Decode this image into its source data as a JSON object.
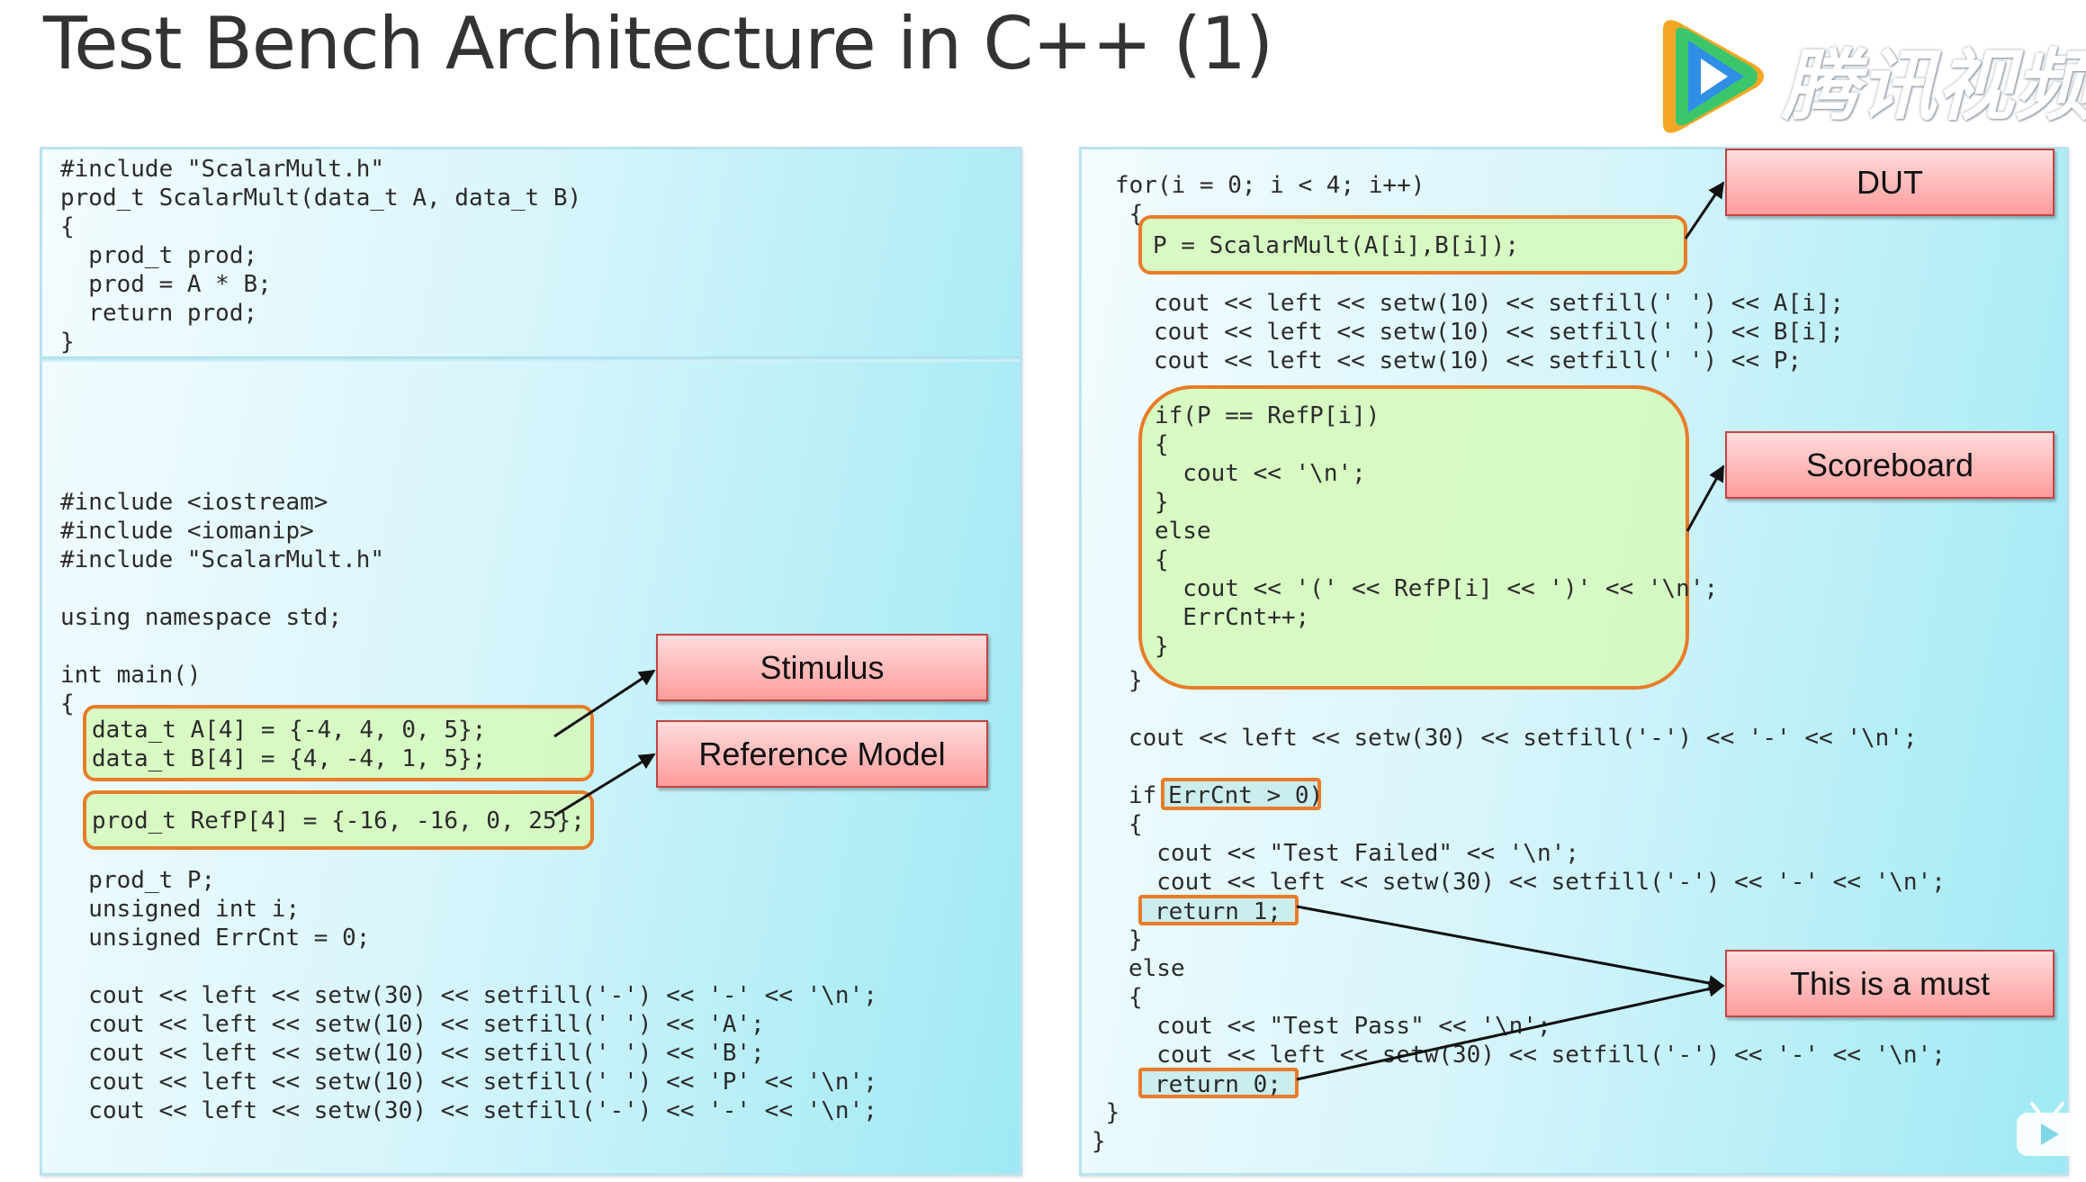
{
  "slide": {
    "title": "Test Bench Architecture in C++ (1)"
  },
  "watermark": {
    "logo_icon": "tencent-video-play-icon",
    "text": "腾讯视频",
    "corner_icon": "bilibili-tv-icon",
    "colors": {
      "orange": "#f5a623",
      "green": "#3cc66b",
      "blue": "#2f8fe6"
    }
  },
  "left_panel": {
    "header_code": "#include \"ScalarMult.h\"\nprod_t ScalarMult(data_t A, data_t B)\n{\n  prod_t prod;\n  prod = A * B;\n  return prod;\n}",
    "main_code_top": "#include <iostream>\n#include <iomanip>\n#include \"ScalarMult.h\"\n\nusing namespace std;\n\nint main()\n{",
    "stimulus_code": "data_t A[4] = {-4, 4, 0, 5};\ndata_t B[4] = {4, -4, 1, 5};",
    "refmodel_code": "prod_t RefP[4] = {-16, -16, 0, 25};",
    "main_code_bottom": "  prod_t P;\n  unsigned int i;\n  unsigned ErrCnt = 0;\n\n  cout << left << setw(30) << setfill('-') << '-' << '\\n';\n  cout << left << setw(10) << setfill(' ') << 'A';\n  cout << left << setw(10) << setfill(' ') << 'B';\n  cout << left << setw(10) << setfill(' ') << 'P' << '\\n';\n  cout << left << setw(30) << setfill('-') << '-' << '\\n';"
  },
  "right_panel": {
    "for_line": "for(i = 0; i < 4; i++)\n {",
    "dut_code": "P = ScalarMult(A[i],B[i]);",
    "cout_lines": "cout << left << setw(10) << setfill(' ') << A[i];\ncout << left << setw(10) << setfill(' ') << B[i];\ncout << left << setw(10) << setfill(' ') << P;",
    "scoreboard_code": "if(P == RefP[i])\n{\n  cout << '\\n';\n}\nelse\n{\n  cout << '(' << RefP[i] << ')' << '\\n';\n  ErrCnt++;\n}",
    "for_close": "}",
    "after_loop": "cout << left << setw(30) << setfill('-') << '-' << '\\n';",
    "if_keyword": "if",
    "if_cond": "ErrCnt > 0)",
    "fail_block": "{\n  cout << \"Test Failed\" << '\\n';\n  cout << left << setw(30) << setfill('-') << '-' << '\\n';",
    "return_fail": "return 1;",
    "else_block": "}\nelse\n{\n  cout << \"Test Pass\" << '\\n';\n  cout << left << setw(30) << setfill('-') << '-' << '\\n';",
    "return_pass": "return 0;",
    "closing": " }\n}"
  },
  "labels": {
    "stimulus": "Stimulus",
    "reference_model": "Reference Model",
    "dut": "DUT",
    "scoreboard": "Scoreboard",
    "must": "This is a must"
  },
  "colors": {
    "highlight_border": "#e87c2a",
    "highlight_fill": "#d6fabe",
    "label_fill": "#ff9c9c",
    "label_border": "#c44444",
    "panel_accent": "#9fe9f4"
  }
}
